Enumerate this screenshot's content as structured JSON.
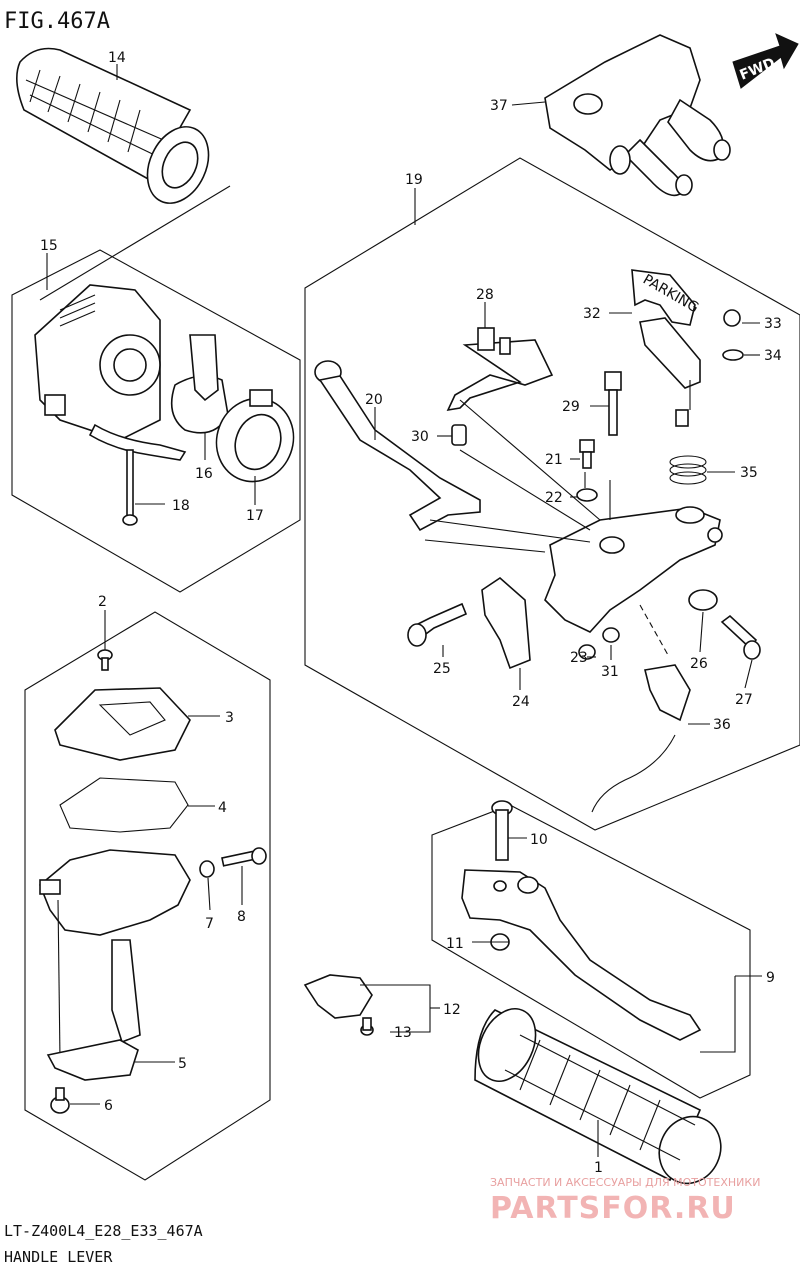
{
  "header": {
    "figure_title": "FIG.467A"
  },
  "footer": {
    "code": "LT-Z400L4_E28_E33_467A",
    "name": "HANDLE LEVER"
  },
  "direction_badge": {
    "label": "FWD",
    "icon": "arrow-right-icon"
  },
  "watermark": {
    "tagline": "ЗАПЧАСТИ И АКСЕССУАРЫ ДЛЯ МОТОТЕХНИКИ",
    "site": "PARTSFOR.RU",
    "color": "#f2b4b4"
  },
  "callouts": {
    "p1": "1",
    "p2": "2",
    "p3": "3",
    "p4": "4",
    "p5": "5",
    "p6": "6",
    "p7": "7",
    "p8": "8",
    "p9": "9",
    "p10": "10",
    "p11": "11",
    "p12": "12",
    "p13": "13",
    "p14": "14",
    "p15": "15",
    "p16": "16",
    "p17": "17",
    "p18": "18",
    "p19": "19",
    "p20": "20",
    "p21": "21",
    "p22": "22",
    "p23": "23",
    "p24": "24",
    "p25": "25",
    "p26": "26",
    "p27": "27",
    "p28": "28",
    "p29": "29",
    "p30": "30",
    "p31": "31",
    "p32": "32",
    "p33": "33",
    "p34": "34",
    "p35": "35",
    "p36": "36",
    "p37": "37"
  },
  "part_label_park": "PARKING"
}
